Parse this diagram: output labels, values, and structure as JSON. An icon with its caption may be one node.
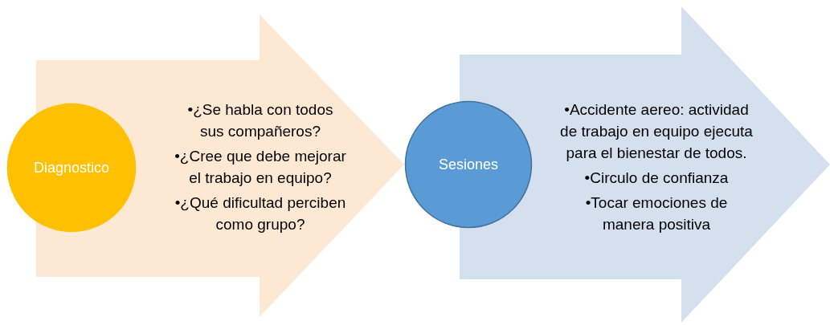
{
  "diagram": {
    "nodes": [
      {
        "text": [
          "Diagnostico"
        ]
      },
      {
        "text": [
          "•¿Se habla con todos sus compañeros?",
          "•¿Cree que debe mejorar el trabajo en equipo?",
          "•¿Qué dificultad perciben como grupo?"
        ]
      },
      {
        "text": [
          "Sesiones"
        ]
      },
      {
        "text": [
          "•Accidente aereo: actividad de trabajo en equipo ejecuta para el bienestar de todos.",
          "•Circulo de confianza",
          "•Tocar emociones de manera positiva"
        ]
      }
    ]
  }
}
